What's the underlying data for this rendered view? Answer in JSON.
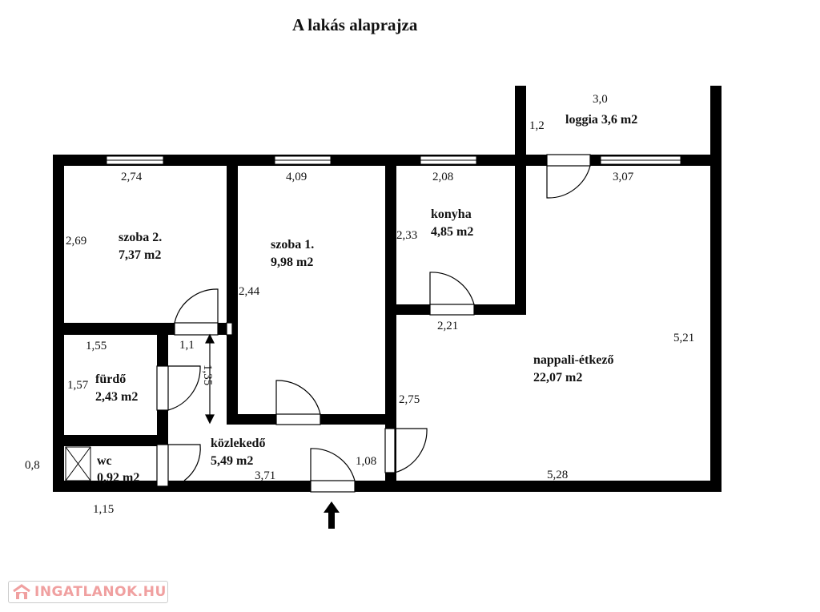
{
  "title": "A lakás alaprajza",
  "rooms": {
    "szoba2": {
      "name": "szoba 2.",
      "area": "7,37 m2"
    },
    "szoba1": {
      "name": "szoba 1.",
      "area": "9,98 m2"
    },
    "konyha": {
      "name": "konyha",
      "area": "4,85 m2"
    },
    "loggia": {
      "name": "loggia 3,6 m2"
    },
    "nappali": {
      "name": "nappali-étkező",
      "area": "22,07 m2"
    },
    "furdo": {
      "name": "fürdő",
      "area": "2,43 m2"
    },
    "wc": {
      "name": "wc",
      "area": "0,92 m2"
    },
    "kozlekedo": {
      "name": "közlekedő",
      "area": "5,49 m2"
    }
  },
  "dimensions": {
    "d274": "2,74",
    "d409": "4,09",
    "d208": "2,08",
    "d307": "3,07",
    "d30": "3,0",
    "d12": "1,2",
    "d269": "2,69",
    "d244": "2,44",
    "d233": "2,33",
    "d221": "2,21",
    "d521": "5,21",
    "d155": "1,55",
    "d11": "1,1",
    "d135": "1,35",
    "d157": "1,57",
    "d275": "2,75",
    "d108": "1,08",
    "d371": "3,71",
    "d528": "5,28",
    "d08": "0,8",
    "d115": "1,15"
  },
  "logo": {
    "text": "INGATLANOK.HU"
  },
  "colors": {
    "wall": "#000000",
    "logo": "#f0a0a0"
  }
}
